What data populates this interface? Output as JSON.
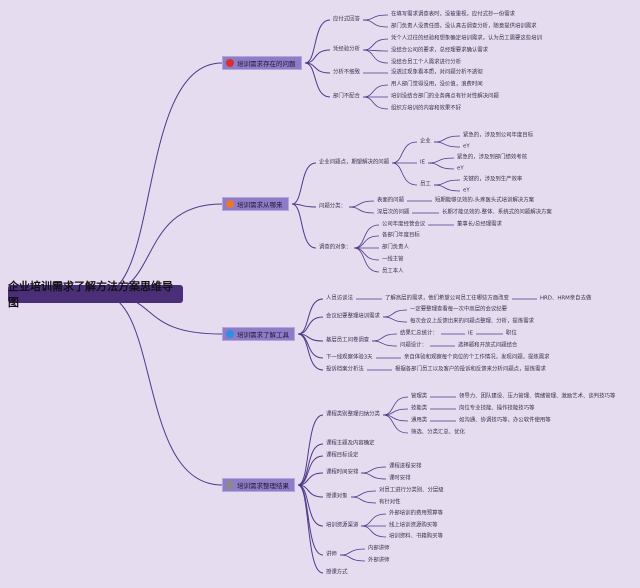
{
  "title": "企业培训需求了解方法方案思维导图",
  "branches": [
    {
      "label": "培训需求存在的问题",
      "icon": "alert-icon",
      "icon_color": "#d8302c",
      "children": [
        {
          "label": "应付式回答",
          "children": [
            {
              "label": "在填写需求调查表时，没被重视，应付式抄一份需求"
            },
            {
              "label": "部门负责人没责任感，没认真去调查分析，随意提供培训需求"
            }
          ]
        },
        {
          "label": "凭经验分析",
          "children": [
            {
              "label": "凭个人过往的经验和想象确定培训需求，认为员工需要这些培训"
            },
            {
              "label": "没结合公司的要求，总经理要求确认需求"
            },
            {
              "label": "没结合员工个人需求进行分析"
            }
          ]
        },
        {
          "label": "分析不细致",
          "children": [
            {
              "label": "没透过现象看本质，对问题分析不透彻"
            }
          ]
        },
        {
          "label": "部门不配合",
          "children": [
            {
              "label": "用人部门觉得没用，没价值，浪费时间"
            },
            {
              "label": "培训没结合部门的业务痛点有针对性解决问题"
            },
            {
              "label": "组织方培训的内容和效果不好"
            }
          ]
        }
      ]
    },
    {
      "label": "培训需求从哪来",
      "icon": "source-icon",
      "icon_color": "#e8782a",
      "children": [
        {
          "label": "企业问题点，期望解决的问题",
          "children": [
            {
              "label": "企业",
              "children": [
                {
                  "label": "紧急的，涉及到公司年度目标"
                },
                {
                  "label": "eY"
                }
              ]
            },
            {
              "label": "IE",
              "children": [
                {
                  "label": "紧急的，涉及到部门绩效考核"
                },
                {
                  "label": "eY"
                }
              ]
            },
            {
              "label": "员工",
              "children": [
                {
                  "label": "关键的，涉及到生产效率"
                },
                {
                  "label": "eY"
                }
              ]
            }
          ]
        },
        {
          "label": "问题分类：",
          "children": [
            {
              "label": "表面的问题",
              "children": [
                {
                  "label": "短期能够见效的-头疼医头式培训解决方案"
                }
              ]
            },
            {
              "label": "深层次的问题",
              "children": [
                {
                  "label": "长期才能见效的-整体、系统式的问题解决方案"
                }
              ]
            }
          ]
        },
        {
          "label": "调查的对象：",
          "children": [
            {
              "label": "公司年度经营会议",
              "children": [
                {
                  "label": "董事长/总经理需求"
                }
              ]
            },
            {
              "label": "各部门年度目标"
            },
            {
              "label": "部门负责人"
            },
            {
              "label": "一线主管"
            },
            {
              "label": "员工本人"
            }
          ]
        }
      ]
    },
    {
      "label": "培训需求了解工具",
      "icon": "info-icon",
      "icon_color": "#2f8fe0",
      "children": [
        {
          "label": "人员访谈法",
          "children": [
            {
              "label": "了解高层的需求，他们希望公司员工往哪些方面改变",
              "children": [
                {
                  "label": "HRD、HRM亲自去做"
                }
              ]
            }
          ]
        },
        {
          "label": "会议纪要整理培训需求",
          "children": [
            {
              "label": "一定要整理查看每一次中高层的会议纪要"
            },
            {
              "label": "每次会议上反馈出来的问题点整理、分析，提炼需求"
            }
          ]
        },
        {
          "label": "基层员工问卷调查",
          "children": [
            {
              "label": "结果汇总统计：",
              "children": [
                {
                  "label": "IE",
                  "children": [
                    {
                      "label": "职位"
                    }
                  ]
                }
              ]
            },
            {
              "label": "问题设计：",
              "children": [
                {
                  "label": "选择题和开放式问题结合"
                }
              ]
            }
          ]
        },
        {
          "label": "下一线观察体验3天",
          "children": [
            {
              "label": "亲自体验和观察每个岗位的个工作情况，发现问题，提炼需求"
            }
          ]
        },
        {
          "label": "投诉档案分析法",
          "children": [
            {
              "label": "根据各部门员工以及客户的投诉和反馈来分析问题点，提炼需求"
            }
          ]
        }
      ]
    },
    {
      "label": "培训需求整理结果",
      "icon": "result-icon",
      "icon_color": "#8a8a8a",
      "children": [
        {
          "label": "课程类别整理归纳分类",
          "children": [
            {
              "label": "管理类",
              "children": [
                {
                  "label": "领导力、团队建设、压力管理、情绪管理、激励艺术、谈判技巧等"
                }
              ]
            },
            {
              "label": "技能类",
              "children": [
                {
                  "label": "岗位专业技能、操作技能技巧等"
                }
              ]
            },
            {
              "label": "通用类",
              "children": [
                {
                  "label": "如沟通、协调技巧等，办公软件使用等"
                }
              ]
            },
            {
              "label": "筛选、分类汇总、优化"
            }
          ]
        },
        {
          "label": "课程主题及内容确定"
        },
        {
          "label": "课程目标设定"
        },
        {
          "label": "课程时间安排",
          "children": [
            {
              "label": "课程进程安排"
            },
            {
              "label": "课时安排"
            }
          ]
        },
        {
          "label": "授课对象",
          "children": [
            {
              "label": "对员工进行分类别、分层级"
            },
            {
              "label": "有针对性"
            }
          ]
        },
        {
          "label": "培训资源渠道",
          "children": [
            {
              "label": "外部培训的费用预算等"
            },
            {
              "label": "线上培训资源购买等"
            },
            {
              "label": "培训资料、书籍购买等"
            }
          ]
        },
        {
          "label": "讲师",
          "children": [
            {
              "label": "内部讲师"
            },
            {
              "label": "外部讲师"
            }
          ]
        },
        {
          "label": "授课方式"
        }
      ]
    }
  ]
}
